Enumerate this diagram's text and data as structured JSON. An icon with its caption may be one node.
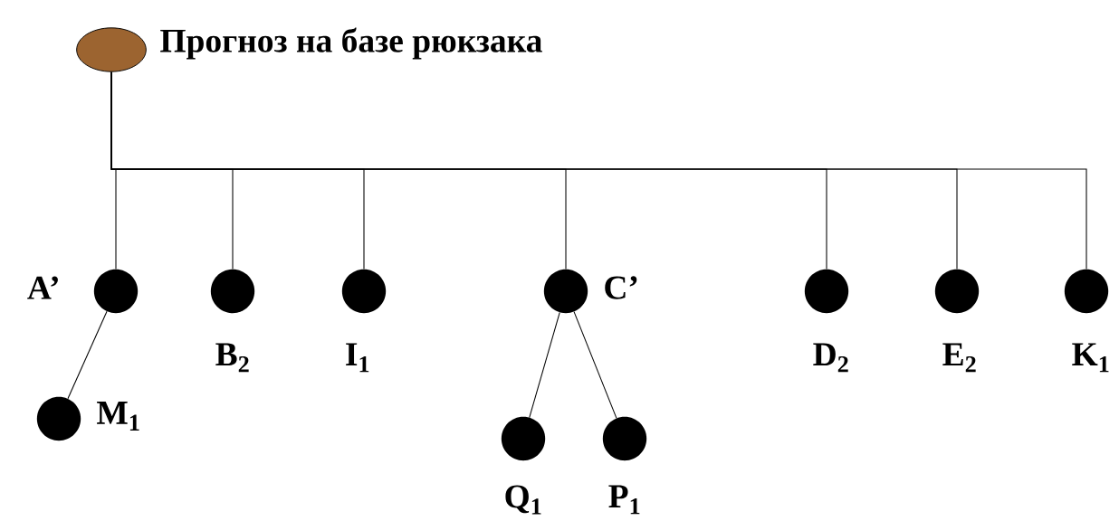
{
  "diagram": {
    "nodes": [
      {
        "text": [],
        "shape": "ellipse",
        "beside": [
          "Прогноз на базе рюкзака"
        ]
      },
      {
        "text": [],
        "shape": "circle",
        "beside": [
          "A’"
        ]
      },
      {
        "text": [],
        "shape": "circle",
        "beside": [
          "B$_{2}$"
        ]
      },
      {
        "text": [],
        "shape": "circle",
        "beside": [
          "I$_{1}$"
        ]
      },
      {
        "text": [],
        "shape": "circle",
        "beside": [
          "C’"
        ]
      },
      {
        "text": [],
        "shape": "circle",
        "beside": [
          "D$_{2}$"
        ]
      },
      {
        "text": [],
        "shape": "circle",
        "beside": [
          "E$_{2}$"
        ]
      },
      {
        "text": [],
        "shape": "circle",
        "beside": [
          "K$_{1}$"
        ]
      },
      {
        "text": [],
        "shape": "circle",
        "beside": [
          "M$_{1}$"
        ]
      },
      {
        "text": [],
        "shape": "circle",
        "beside": [
          "Q$_{1}$"
        ]
      },
      {
        "text": [],
        "shape": "circle",
        "beside": [
          "P$_{1}$"
        ]
      }
    ],
    "edges": [
      {
        "from": 0,
        "to": 1,
        "arrow": "none"
      },
      {
        "from": 0,
        "to": 2,
        "arrow": "none"
      },
      {
        "from": 0,
        "to": 3,
        "arrow": "none"
      },
      {
        "from": 0,
        "to": 4,
        "arrow": "none"
      },
      {
        "from": 0,
        "to": 5,
        "arrow": "none"
      },
      {
        "from": 0,
        "to": 6,
        "arrow": "none"
      },
      {
        "from": 0,
        "to": 7,
        "arrow": "none"
      },
      {
        "from": 1,
        "to": 8,
        "arrow": "none"
      },
      {
        "from": 4,
        "to": 9,
        "arrow": "none"
      },
      {
        "from": 4,
        "to": 10,
        "arrow": "none"
      }
    ]
  }
}
